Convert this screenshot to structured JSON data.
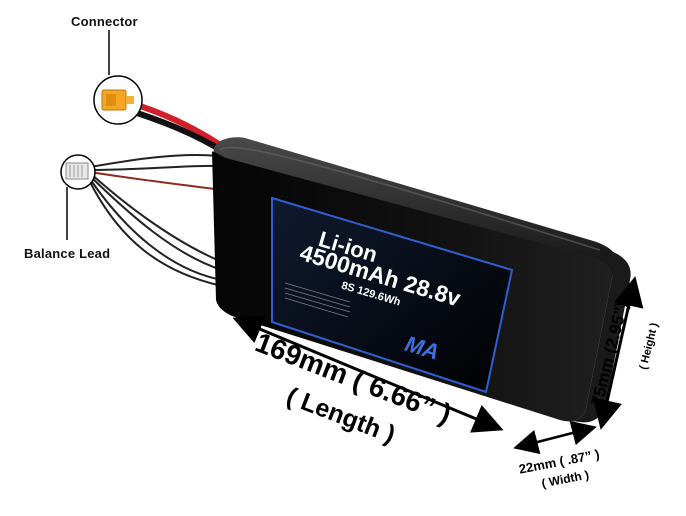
{
  "callouts": {
    "connector": "Connector",
    "balance_lead": "Balance Lead"
  },
  "label": {
    "chemistry": "Li-ion",
    "spec": "4500mAh 28.8v",
    "config": "8S 129.6Wh",
    "logo": "MA"
  },
  "dimensions": {
    "length_main": "169mm ( 6.66” )",
    "length_caption": "( Length )",
    "height_main": "75mm (2.95”)",
    "height_caption": "( Height )",
    "width_main": "22mm ( .87” )",
    "width_caption": "( Width )"
  },
  "colors": {
    "battery_body": "#0a0a0a",
    "connector_body": "#f5a623",
    "lead_red": "#d1202b",
    "lead_black": "#111111",
    "label_border": "#2f5fd1"
  }
}
